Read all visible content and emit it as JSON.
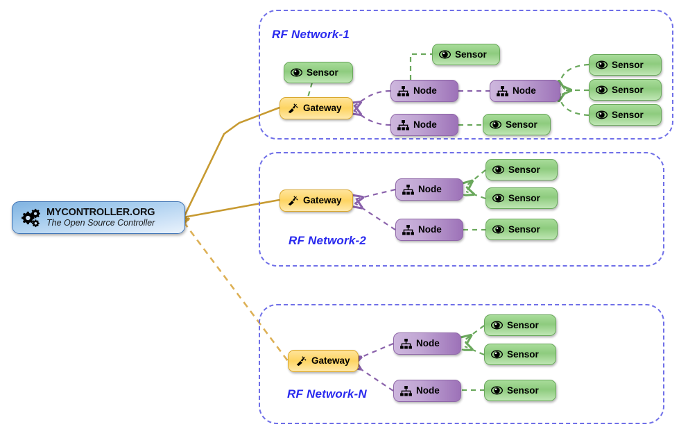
{
  "controller": {
    "title": "MYCONTROLLER.ORG",
    "subtitle": "The Open Source Controller",
    "icon": "gears-icon",
    "border_color": "#3f74b5"
  },
  "colors": {
    "network_border": "#6f6fe8",
    "network_label": "#2a2aee",
    "sensor_fill": "#8ecb7e",
    "sensor_border": "#6aa85c",
    "node_fill": "#9d72b8",
    "node_border": "#8f67a8",
    "gateway_fill": "#fdd462",
    "gateway_border": "#d9a72c",
    "link_gateway": "#c79a31",
    "link_node": "#8a62ab",
    "link_sensor": "#6aa85c"
  },
  "labels": {
    "sensor": "Sensor",
    "node": "Node",
    "gateway": "Gateway"
  },
  "icons": {
    "sensor": "eye-icon",
    "node": "hierarchy-icon",
    "gateway": "plug-icon"
  },
  "networks": [
    {
      "name": "RF Network-1",
      "gateways": 1,
      "nodes": 3,
      "sensors": 6,
      "link_style": "solid"
    },
    {
      "name": "RF Network-2",
      "gateways": 1,
      "nodes": 2,
      "sensors": 3,
      "link_style": "solid"
    },
    {
      "name": "RF Network-N",
      "gateways": 1,
      "nodes": 2,
      "sensors": 3,
      "link_style": "dashed"
    }
  ]
}
